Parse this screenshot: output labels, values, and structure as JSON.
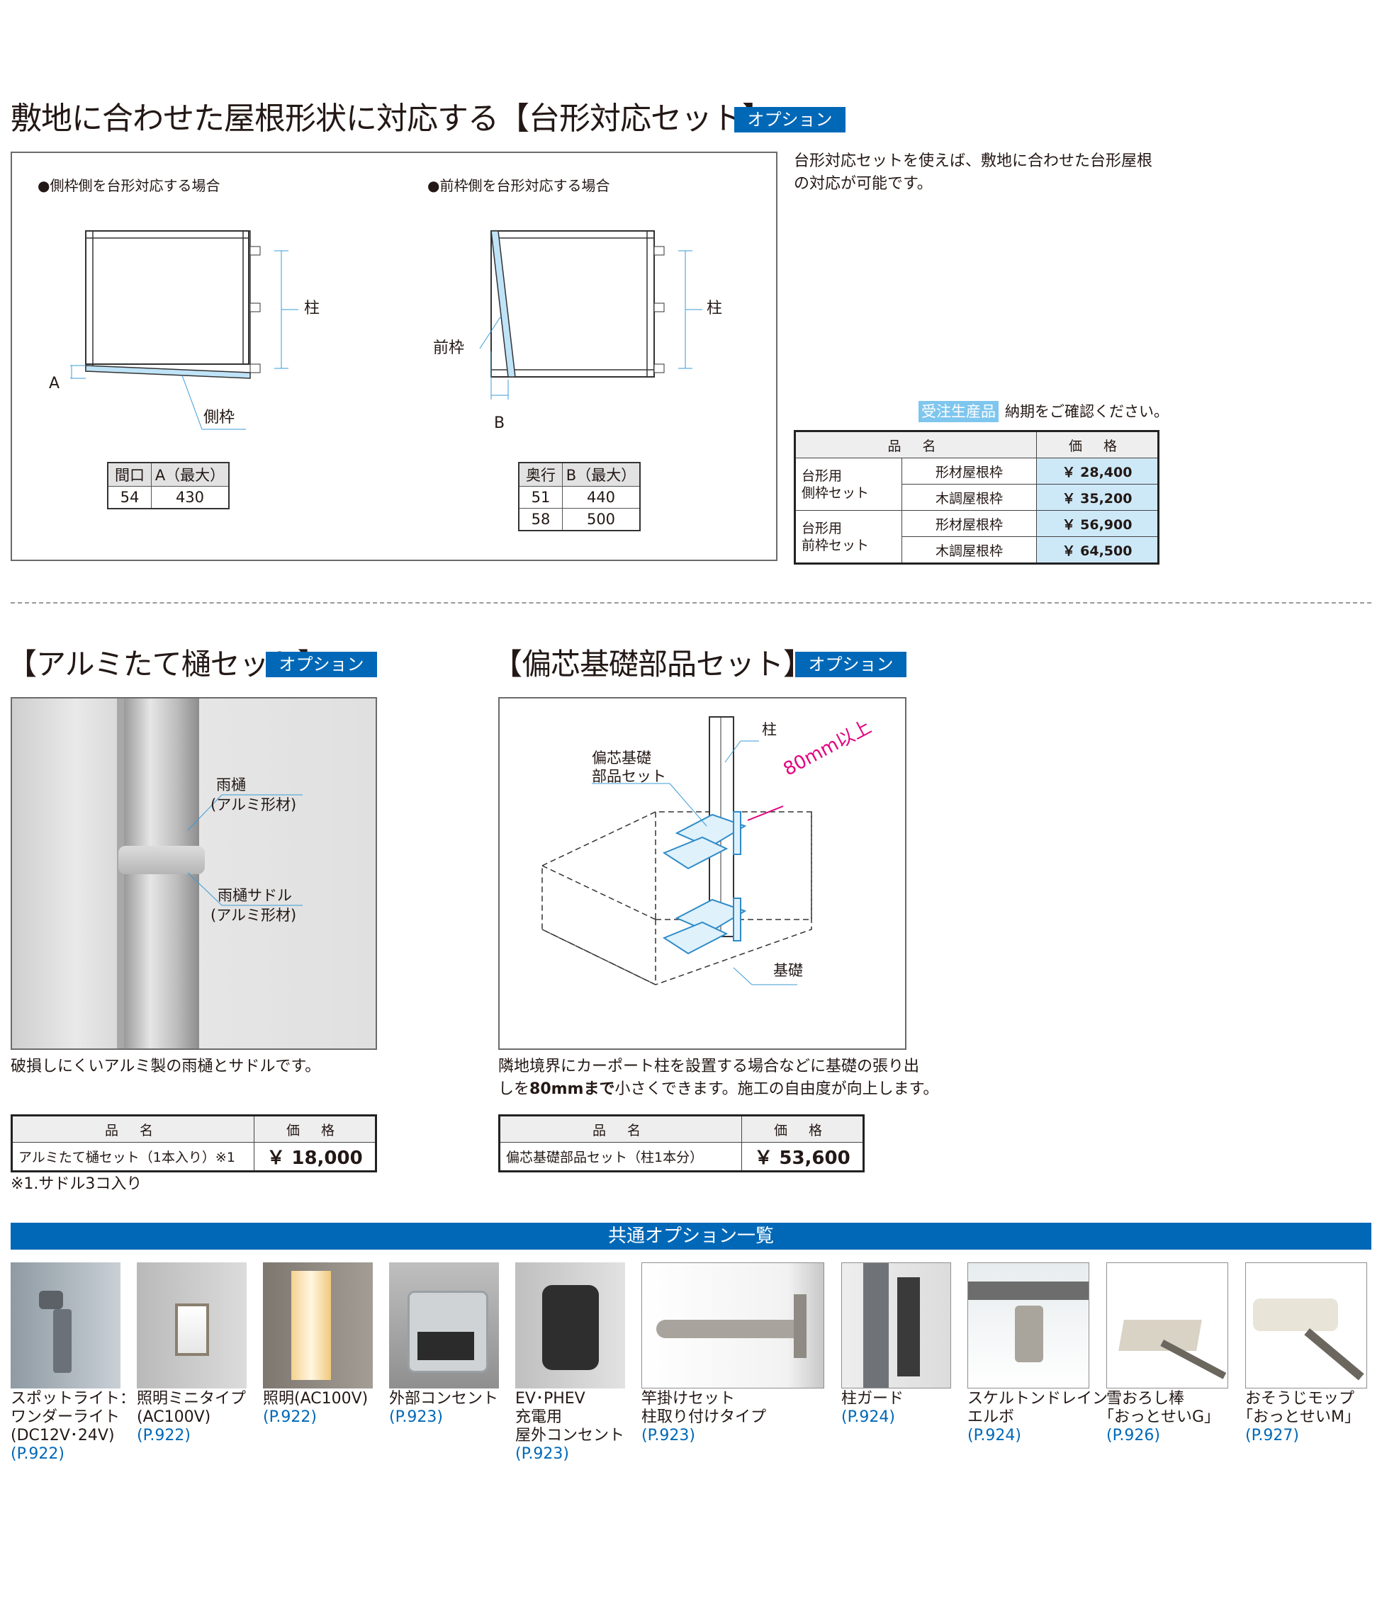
{
  "section1": {
    "title": "敷地に合わせた屋根形状に対応する【台形対応セット】",
    "option_tag": "オプション",
    "diagram_left": {
      "caption": "●側枠側を台形対応する場合",
      "label_pillar": "柱",
      "label_a": "A",
      "label_side": "側枠",
      "table": {
        "headers": [
          "間口",
          "A（最大）"
        ],
        "rows": [
          [
            "54",
            "430"
          ]
        ]
      }
    },
    "diagram_right": {
      "caption": "●前枠側を台形対応する場合",
      "label_pillar": "柱",
      "label_front": "前枠",
      "label_b": "B",
      "table": {
        "headers": [
          "奥行",
          "B（最大）"
        ],
        "rows": [
          [
            "51",
            "440"
          ],
          [
            "58",
            "500"
          ]
        ]
      }
    },
    "description": "台形対応セットを使えば、敷地に合わせた台形屋根の対応が可能です。",
    "order_badge": "受注生産品",
    "order_note": "納期をご確認ください。",
    "price_table": {
      "headers": [
        "品 名",
        "価 格"
      ],
      "groups": [
        {
          "name": "台形用\n側枠セット",
          "rows": [
            {
              "variant": "形材屋根枠",
              "price": "￥ 28,400"
            },
            {
              "variant": "木調屋根枠",
              "price": "￥ 35,200"
            }
          ]
        },
        {
          "name": "台形用\n前枠セット",
          "rows": [
            {
              "variant": "形材屋根枠",
              "price": "￥ 56,900"
            },
            {
              "variant": "木調屋根枠",
              "price": "￥ 64,500"
            }
          ]
        }
      ]
    }
  },
  "section2": {
    "title": "【アルミたて樋セット】",
    "option_tag": "オプション",
    "label_gutter": "雨樋",
    "label_gutter_sub": "(アルミ形材)",
    "label_saddle": "雨樋サドル",
    "label_saddle_sub": "(アルミ形材)",
    "description": "破損しにくいアルミ製の雨樋とサドルです。",
    "table": {
      "headers": [
        "品 名",
        "価 格"
      ],
      "rows": [
        [
          "アルミたて樋セット（1本入り）※1",
          "￥ 18,000"
        ]
      ]
    },
    "note": "※1.サドル3コ入り"
  },
  "section3": {
    "title": "【偏芯基礎部品セット】",
    "option_tag": "オプション",
    "label_pillar": "柱",
    "label_parts_1": "偏芯基礎",
    "label_parts_2": "部品セット",
    "label_80mm": "80mm以上",
    "label_foundation": "基礎",
    "description_1": "隣地境界にカーポート柱を設置する場合などに基礎の張り出",
    "description_2a": "しを",
    "description_2b": "80mmまで",
    "description_2c": "小さくできます。施工の自由度が向上します。",
    "table": {
      "headers": [
        "品 名",
        "価 格"
      ],
      "rows": [
        [
          "偏芯基礎部品セット（柱1本分）",
          "￥ 53,600"
        ]
      ]
    }
  },
  "common_options": {
    "title": "共通オプション一覧",
    "items": [
      {
        "lines": [
          "スポットライト：",
          "ワンダーライト",
          "(DC12V･24V)"
        ],
        "ref": "(P.922)",
        "icon": "spotlight-icon"
      },
      {
        "lines": [
          "照明ミニタイプ",
          "(AC100V)"
        ],
        "ref": "(P.922)",
        "icon": "mini-light-icon"
      },
      {
        "lines": [
          "照明(AC100V)"
        ],
        "ref": "(P.922)",
        "icon": "light-icon"
      },
      {
        "lines": [
          "外部コンセント"
        ],
        "ref": "(P.923)",
        "icon": "outlet-icon"
      },
      {
        "lines": [
          "EV･PHEV",
          "充電用",
          "屋外コンセント"
        ],
        "ref": "(P.923)",
        "icon": "ev-outlet-icon"
      },
      {
        "lines": [
          "竿掛けセット",
          "柱取り付けタイプ"
        ],
        "ref": "(P.923)",
        "icon": "pole-hanger-icon"
      },
      {
        "lines": [
          "柱ガード"
        ],
        "ref": "(P.924)",
        "icon": "pillar-guard-icon"
      },
      {
        "lines": [
          "スケルトンドレイン",
          "エルボ"
        ],
        "ref": "(P.924)",
        "icon": "drain-elbow-icon"
      },
      {
        "lines": [
          "雪おろし棒",
          "｢おっとせいG｣"
        ],
        "ref": "(P.926)",
        "icon": "snow-rake-icon"
      },
      {
        "lines": [
          "おそうじモップ",
          "｢おっとせいM｣"
        ],
        "ref": "(P.927)",
        "icon": "mop-icon"
      }
    ]
  }
}
